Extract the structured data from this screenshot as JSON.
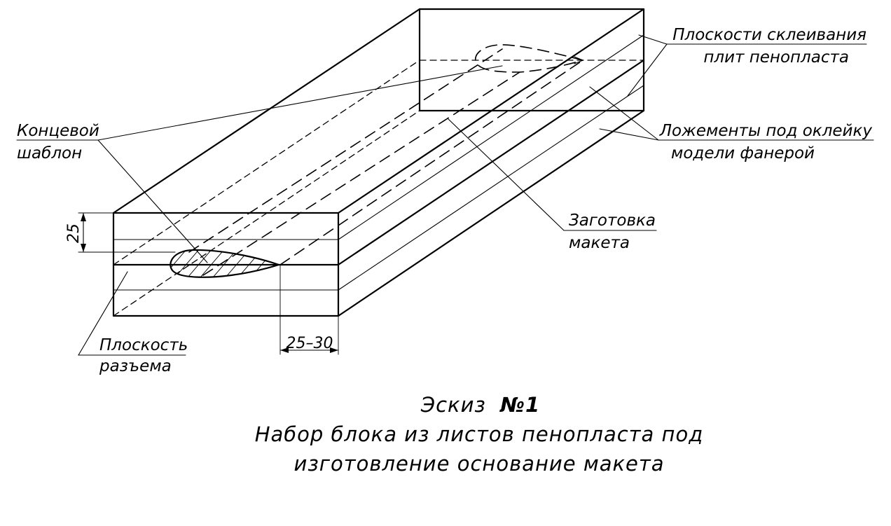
{
  "labels": {
    "gluing_planes_line1": "Плоскости склеивания",
    "gluing_planes_line2": "плит пенопласта",
    "end_template_line1": "Концевой",
    "end_template_line2": "шаблон",
    "cradles_line1": "Ложементы под оклейку",
    "cradles_line2": "модели фанерой",
    "blank_line1": "Заготовка",
    "blank_line2": "макета",
    "split_plane_line1": "Плоскость",
    "split_plane_line2": "разъема"
  },
  "dimensions": {
    "height": "25",
    "offset": "25–30"
  },
  "caption": {
    "title_word": "Эскиз",
    "title_number": "№1",
    "line2": "Набор блока из листов пенопласта под",
    "line3": "изготовление основание макета"
  },
  "colors": {
    "ink": "#000000",
    "background": "#ffffff"
  }
}
